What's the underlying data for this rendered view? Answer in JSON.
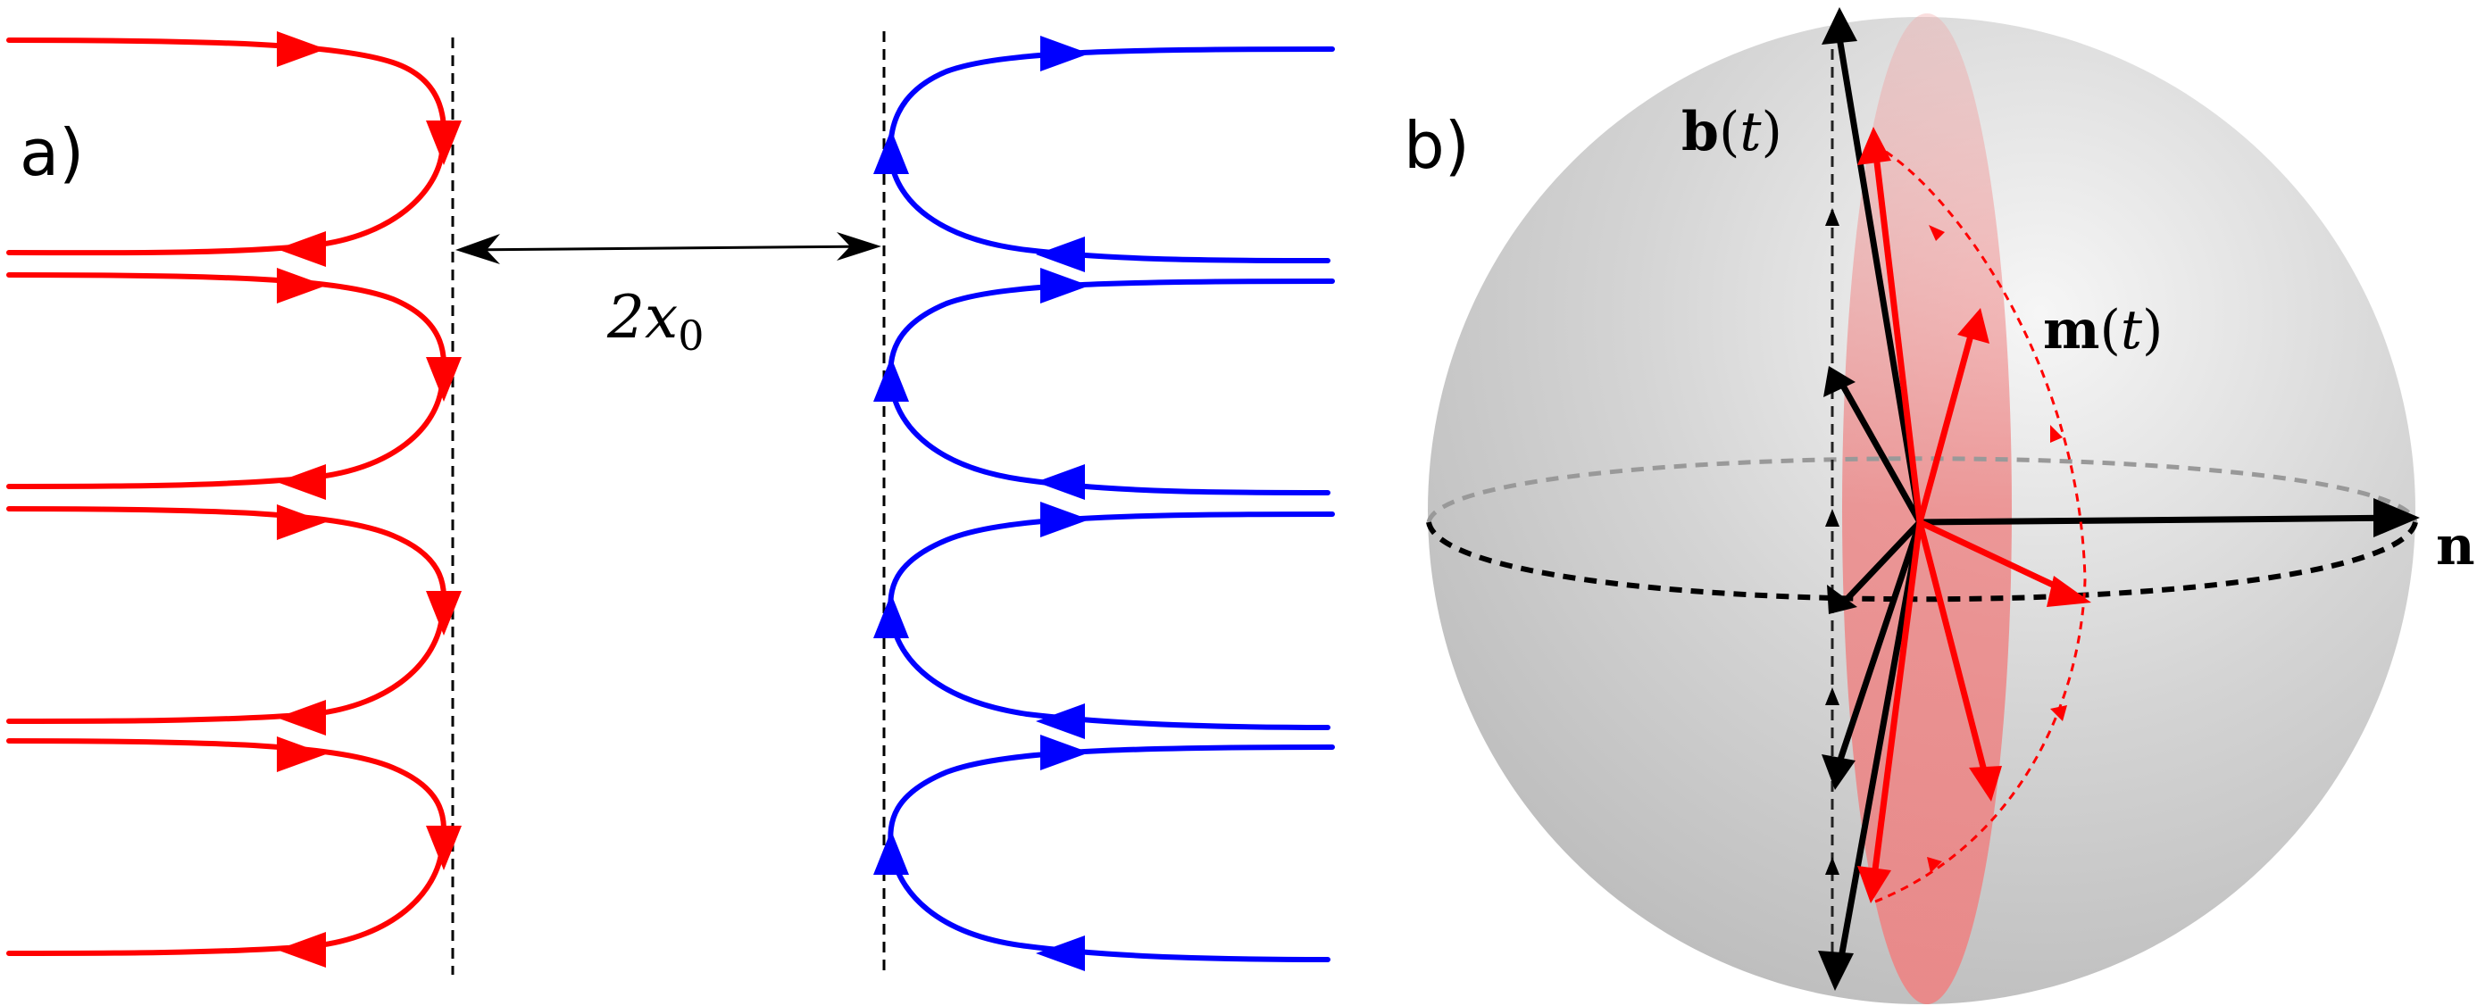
{
  "panel_a": {
    "label": "a)",
    "distance_label": "2x",
    "distance_subscript": "0"
  },
  "panel_b": {
    "label": "b)",
    "b_label_bold": "b",
    "b_label_open": "(",
    "b_label_var": "t",
    "b_label_close": ")",
    "m_label_bold": "m",
    "m_label_open": "(",
    "m_label_var": "t",
    "m_label_close": ")",
    "n_label": "n"
  },
  "colors": {
    "left_curves": "#ff0000",
    "right_curves": "#0000ff",
    "sphere": "#cfcfcf",
    "black_vectors": "#000000",
    "red_vectors": "#ff0000",
    "red_disk": "#f08080"
  }
}
